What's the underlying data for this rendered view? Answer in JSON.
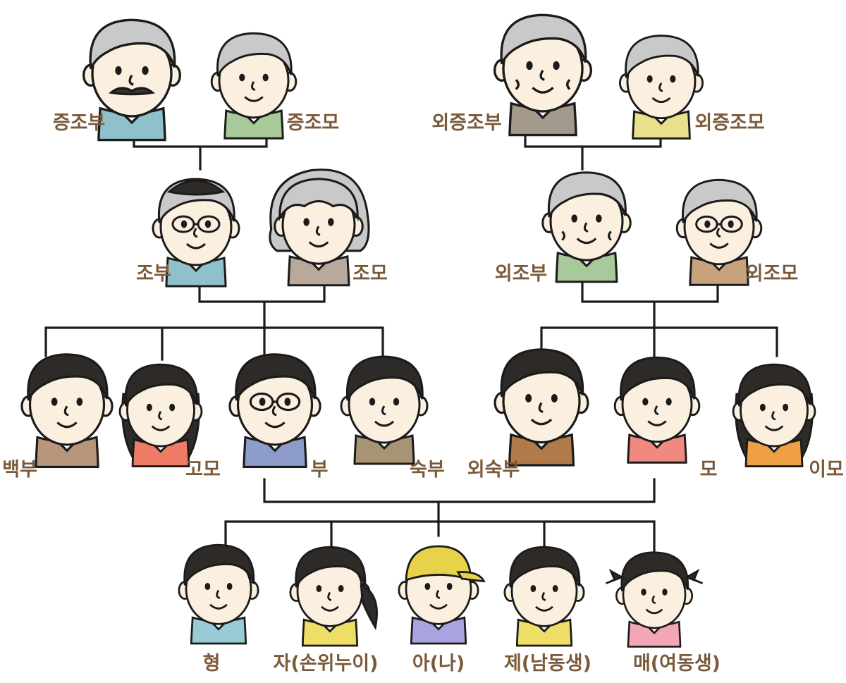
{
  "colors": {
    "label": "#7a5a3a",
    "line": "#1b1b1b",
    "skin": "#fbf0df",
    "hair_gray": "#c9c9c9",
    "hair_dark": "#2e2a27",
    "hat": "#e8d24a"
  },
  "members": [
    {
      "id": "paternal-great-grandfather",
      "label": "증조부",
      "shirt": "#8fc1cc",
      "hair": "gray",
      "features": [
        "mustache"
      ]
    },
    {
      "id": "paternal-great-grandmother",
      "label": "증조모",
      "shirt": "#a8c99a",
      "hair": "gray"
    },
    {
      "id": "maternal-great-grandfather",
      "label": "외증조부",
      "shirt": "#a49a8c",
      "hair": "gray",
      "features": [
        "wrinkles"
      ]
    },
    {
      "id": "maternal-great-grandmother",
      "label": "외증조모",
      "shirt": "#e8e08a",
      "hair": "gray"
    },
    {
      "id": "paternal-grandfather",
      "label": "조부",
      "shirt": "#8fc1cc",
      "hair": "gray",
      "features": [
        "glasses",
        "beret"
      ]
    },
    {
      "id": "paternal-grandmother",
      "label": "조모",
      "shirt": "#b9a89c",
      "hair": "gray-curly"
    },
    {
      "id": "maternal-grandfather",
      "label": "외조부",
      "shirt": "#a8c99a",
      "hair": "gray",
      "features": [
        "wrinkles"
      ]
    },
    {
      "id": "maternal-grandmother",
      "label": "외조모",
      "shirt": "#c7a27a",
      "hair": "gray",
      "features": [
        "glasses"
      ]
    },
    {
      "id": "uncle-elder",
      "label": "백부",
      "shirt": "#b8967c",
      "hair": "dark"
    },
    {
      "id": "aunt-paternal",
      "label": "고모",
      "shirt": "#ee7b66",
      "hair": "dark-long"
    },
    {
      "id": "father",
      "label": "부",
      "shirt": "#8e9cc9",
      "hair": "dark",
      "features": [
        "glasses"
      ]
    },
    {
      "id": "uncle-younger",
      "label": "숙부",
      "shirt": "#a89374",
      "hair": "dark"
    },
    {
      "id": "uncle-maternal",
      "label": "외숙부",
      "shirt": "#b07a4a",
      "hair": "dark"
    },
    {
      "id": "mother",
      "label": "모",
      "shirt": "#f08a80",
      "hair": "dark"
    },
    {
      "id": "aunt-maternal",
      "label": "이모",
      "shirt": "#f0a044",
      "hair": "dark-long"
    },
    {
      "id": "elder-brother",
      "label": "형",
      "shirt": "#98cbd5",
      "hair": "dark"
    },
    {
      "id": "elder-sister",
      "label": "자(손위누이)",
      "shirt": "#eedd66",
      "hair": "dark-ponytail"
    },
    {
      "id": "self",
      "label": "아(나)",
      "shirt": "#a9a4e0",
      "hair": "cap"
    },
    {
      "id": "younger-brother",
      "label": "제(남동생)",
      "shirt": "#eedd66",
      "hair": "dark"
    },
    {
      "id": "younger-sister",
      "label": "매(여동생)",
      "shirt": "#f2a6b6",
      "hair": "dark-pigtails"
    }
  ]
}
